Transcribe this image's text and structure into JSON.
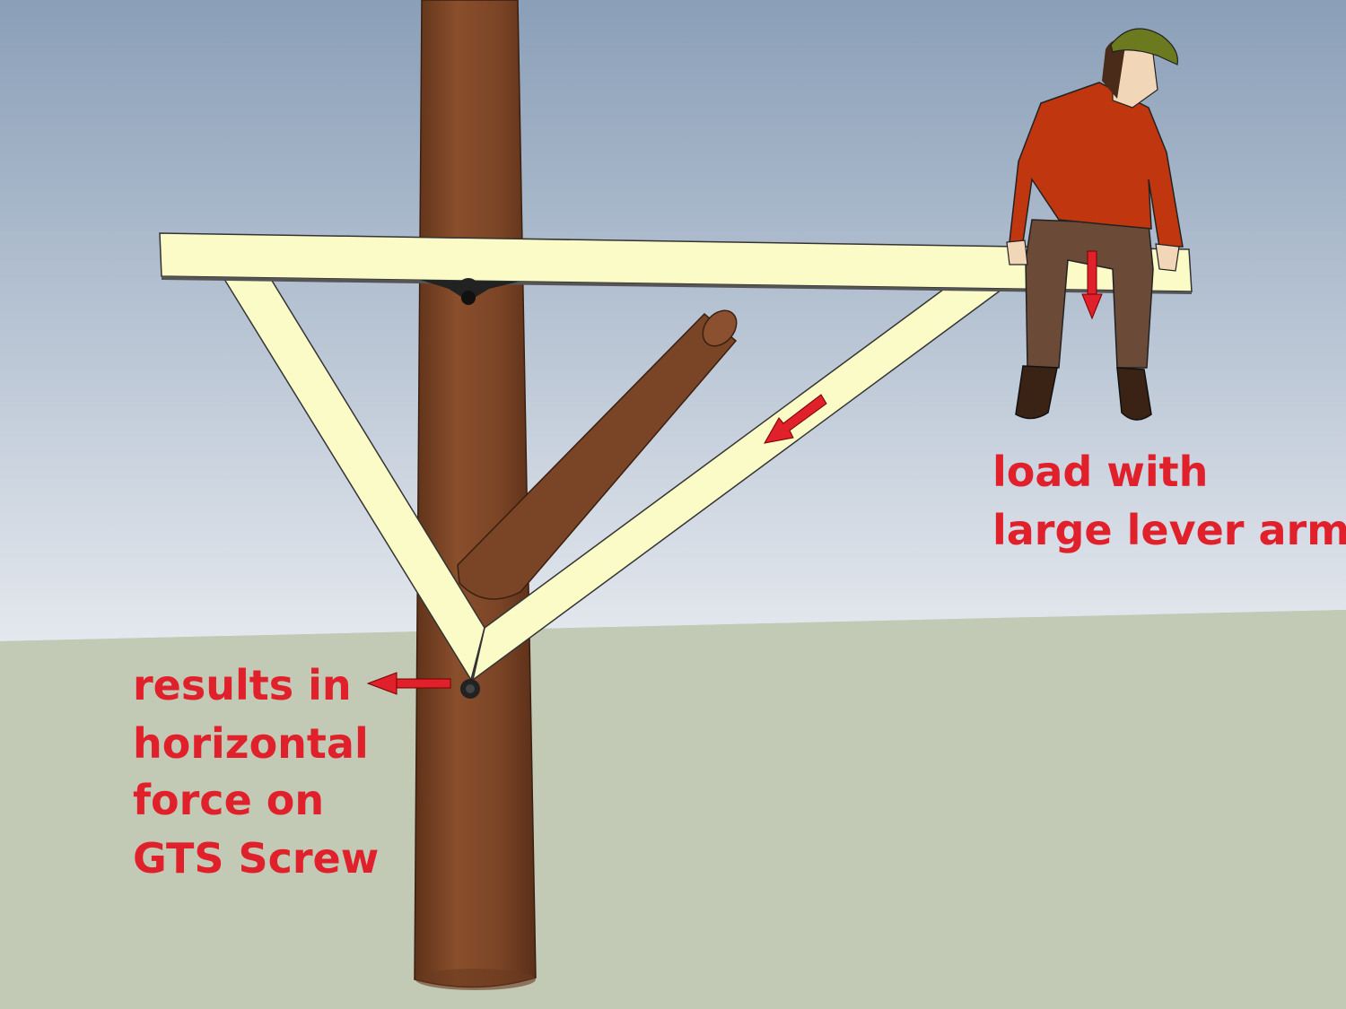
{
  "colors": {
    "sky_top": "#8a9fb8",
    "sky_horizon": "#e4e8ee",
    "ground": "#c2c9b5",
    "trunk": "#7a4527",
    "timber": "#fbfbc8",
    "arrow": "#e0202a",
    "shirt": "#c0360f",
    "pants": "#6b4a38",
    "cap": "#6b7a1e"
  },
  "annotations": {
    "load_line1": "load with",
    "load_line2": "large lever arm",
    "result_line1": "results in",
    "result_line2": "horizontal",
    "result_line3": "force on",
    "result_line4": "GTS Screw"
  }
}
